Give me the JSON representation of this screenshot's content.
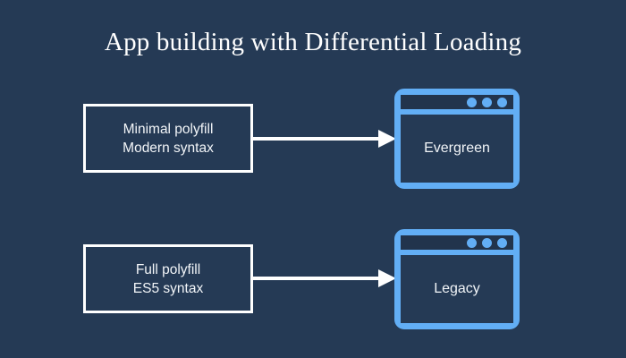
{
  "diagram": {
    "title": "App building with Differential Loading",
    "background_color": "#253a55",
    "accent_color": "#62aef5",
    "text_color": "#ffffff",
    "flows": [
      {
        "id": "modern",
        "source_box": {
          "line1": "Minimal polyfill",
          "line2": "Modern syntax"
        },
        "arrow": {
          "direction": "right",
          "style": "solid",
          "color": "#ffffff"
        },
        "target_window": {
          "label": "Evergreen",
          "dot_count": 3,
          "dot_color": "#62aef5"
        }
      },
      {
        "id": "legacy",
        "source_box": {
          "line1": "Full polyfill",
          "line2": "ES5 syntax"
        },
        "arrow": {
          "direction": "right",
          "style": "solid",
          "color": "#ffffff"
        },
        "target_window": {
          "label": "Legacy",
          "dot_count": 3,
          "dot_color": "#62aef5"
        }
      }
    ]
  }
}
